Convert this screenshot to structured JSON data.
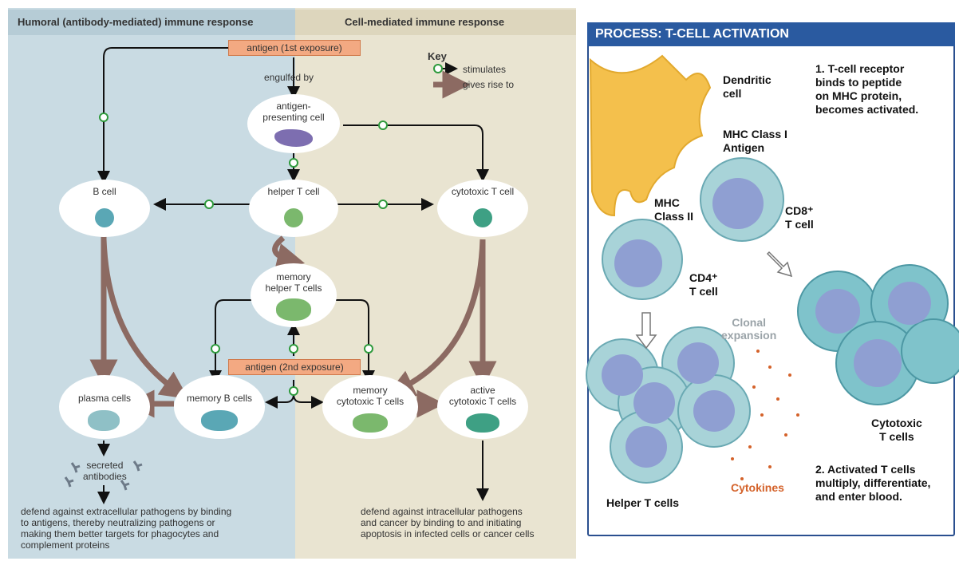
{
  "left_diagram": {
    "humoral_header": "Humoral (antibody-mediated) immune response",
    "cell_header": "Cell-mediated immune response",
    "antigen_first": "antigen (1st exposure)",
    "engulfed_by": "engulfed by",
    "apc": "antigen-\npresenting cell",
    "b_cell": "B cell",
    "helper_t": "helper T cell",
    "cytotoxic_t": "cytotoxic T cell",
    "memory_helper": "memory\nhelper T cells",
    "antigen_second": "antigen (2nd exposure)",
    "plasma": "plasma cells",
    "memory_b": "memory B cells",
    "memory_cyto": "memory\ncytotoxic T cells",
    "active_cyto": "active\ncytotoxic T cells",
    "secreted": "secreted\nantibodies",
    "humoral_defense": "defend against extracellular pathogens by binding\nto antigens, thereby neutralizing pathogens or\nmaking them better targets for phagocytes and\ncomplement proteins",
    "cell_defense": "defend against intracellular pathogens\nand cancer by binding to and initiating\napoptosis in infected cells or cancer cells",
    "key": {
      "title": "Key",
      "stimulates": "stimulates",
      "gives_rise": "gives rise to"
    }
  },
  "right_panel": {
    "title": "PROCESS: T-CELL ACTIVATION",
    "dendritic": "Dendritic\ncell",
    "step1": "1. T-cell receptor\nbinds to peptide\non MHC protein,\nbecomes activated.",
    "mhc1": "MHC Class I\nAntigen",
    "mhc2": "MHC\nClass II",
    "cd8": "CD8⁺\nT cell",
    "cd4": "CD4⁺\nT cell",
    "clonal": "Clonal\nexpansion",
    "cytotoxic": "Cytotoxic\nT cells",
    "helper": "Helper T cells",
    "cytokines": "Cytokines",
    "step2": "2. Activated T cells\nmultiply, differentiate,\nand enter blood."
  },
  "colors": {
    "humoral_bg": "#c9dbe3",
    "cell_bg": "#e9e4d1",
    "antigen_tag": "#f3a982",
    "gives_rise_arrow": "#8c6a62",
    "stimulate_dot": "#2e9a3c",
    "header_blue": "#2a5aa0",
    "cytokine_orange": "#d4622a"
  }
}
